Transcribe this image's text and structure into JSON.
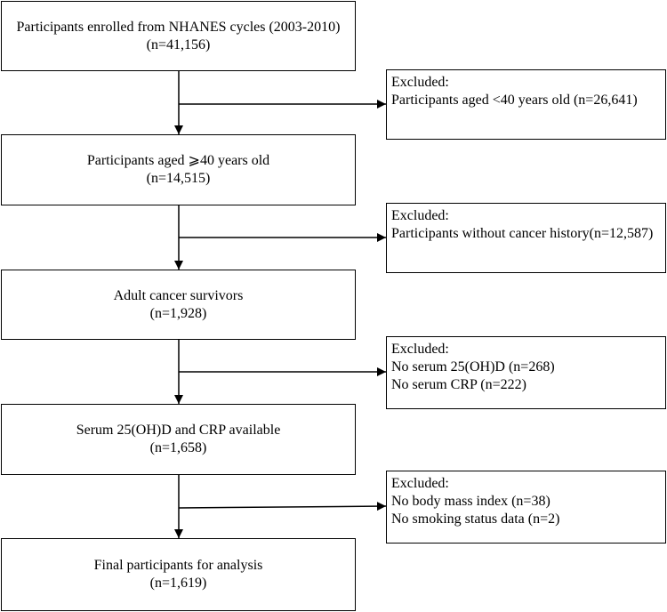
{
  "main_boxes": [
    {
      "title": "Participants enrolled from NHANES cycles (2003-2010)",
      "count": "(n=41,156)"
    },
    {
      "title": "Participants aged ⩾40 years old",
      "count": "(n=14,515)"
    },
    {
      "title": "Adult cancer survivors",
      "count": "(n=1,928)"
    },
    {
      "title": "Serum 25(OH)D and CRP available",
      "count": "(n=1,658)"
    },
    {
      "title": "Final participants for analysis",
      "count": "(n=1,619)"
    }
  ],
  "exclusion_boxes": [
    {
      "heading": "Excluded:",
      "lines": [
        "Participants aged <40 years old (n=26,641)"
      ]
    },
    {
      "heading": "Excluded:",
      "lines": [
        "Participants without cancer history(n=12,587)"
      ]
    },
    {
      "heading": "Excluded:",
      "lines": [
        "No serum 25(OH)D (n=268)",
        "No serum CRP (n=222)"
      ]
    },
    {
      "heading": "Excluded:",
      "lines": [
        "No body mass index (n=38)",
        "No smoking status data (n=2)"
      ]
    }
  ]
}
